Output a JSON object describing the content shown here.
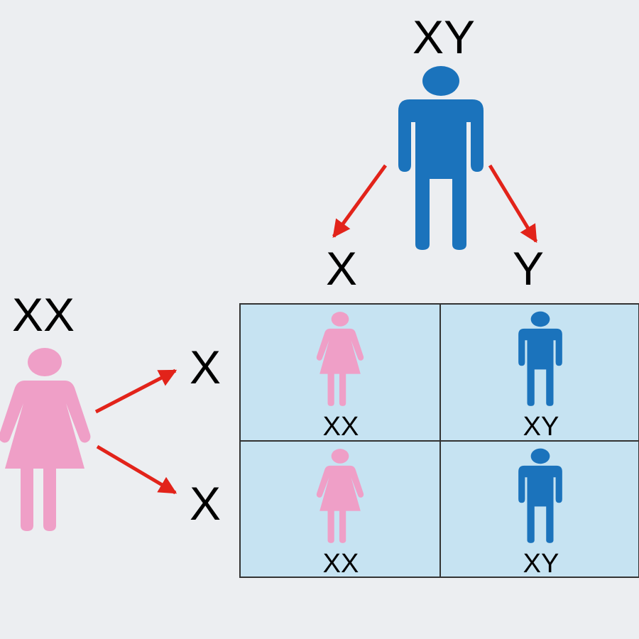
{
  "colors": {
    "background": "#eceef1",
    "father": "#1b73bc",
    "mother": "#ef9fc7",
    "arrow": "#e2231a",
    "grid_fill": "#c6e3f2",
    "grid_border": "#333333"
  },
  "father": {
    "genotype": "XY",
    "icon": "male-figure-icon",
    "gametes": [
      "X",
      "Y"
    ]
  },
  "mother": {
    "genotype": "XX",
    "icon": "female-figure-icon",
    "gametes": [
      "X",
      "X"
    ]
  },
  "punnett": {
    "cells": [
      {
        "genotype": "XX",
        "icon": "female-figure-icon"
      },
      {
        "genotype": "XY",
        "icon": "male-figure-icon"
      },
      {
        "genotype": "XX",
        "icon": "female-figure-icon"
      },
      {
        "genotype": "XY",
        "icon": "male-figure-icon"
      }
    ]
  }
}
